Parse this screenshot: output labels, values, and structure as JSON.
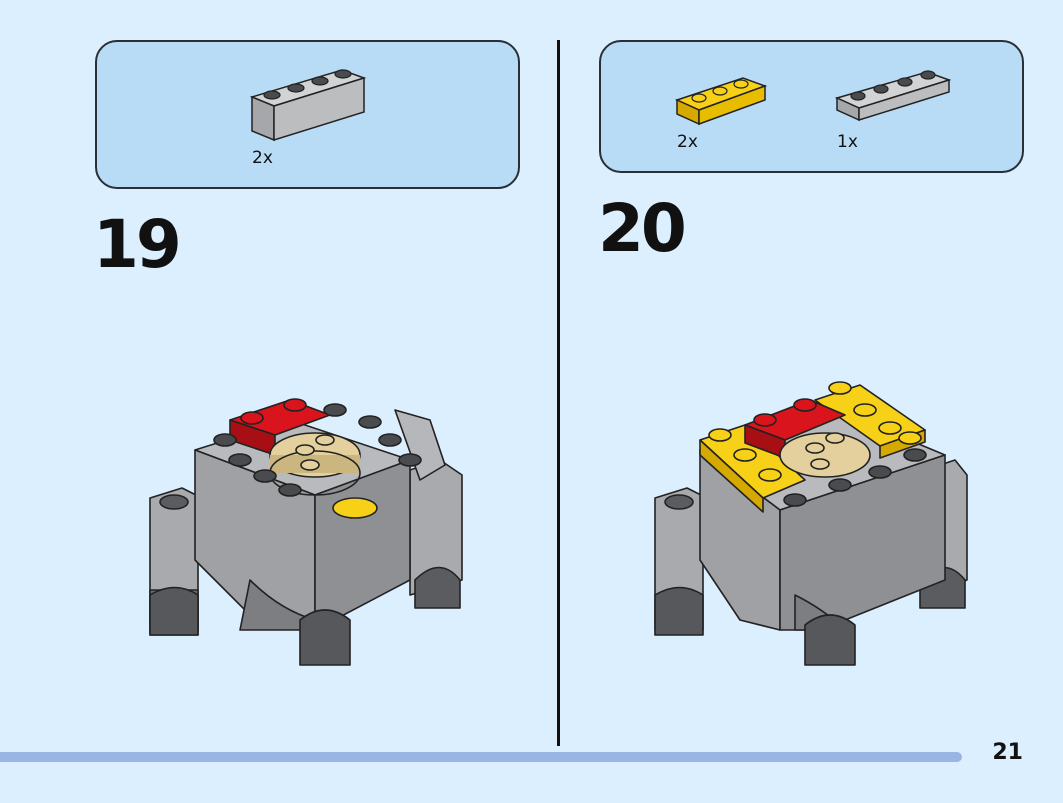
{
  "steps": [
    {
      "number": "19",
      "parts": [
        {
          "qty": "2x",
          "part": "grey-brick-1x4-icon",
          "color": "#b8b8b8"
        }
      ]
    },
    {
      "number": "20",
      "parts": [
        {
          "qty": "2x",
          "part": "yellow-plate-1x3-icon",
          "color": "#f7d117"
        },
        {
          "qty": "1x",
          "part": "grey-plate-1x4-icon",
          "color": "#b8b8b8"
        }
      ]
    }
  ],
  "page_number": "21",
  "colors": {
    "background": "#dcefff",
    "parts_box": "#b9dcf6",
    "grey": "#a9aaad",
    "dark_grey": "#5c5e62",
    "red": "#d9141c",
    "yellow": "#f7d117",
    "tan": "#e3d09c",
    "progress": "#98b5e4"
  }
}
